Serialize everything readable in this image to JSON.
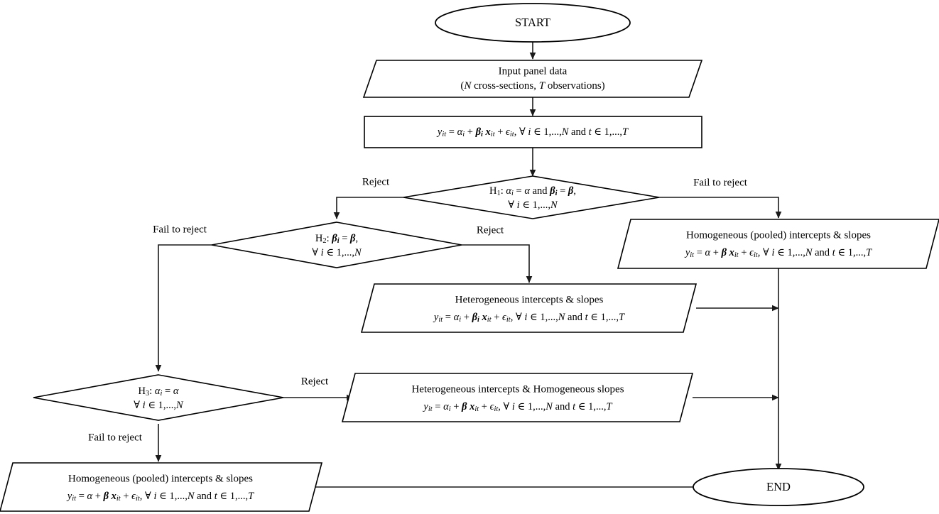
{
  "diagram": {
    "title": "Panel data homogeneity testing flowchart",
    "background_color": "#ffffff",
    "line_color": "#1a1a1a",
    "text_color": "#000000"
  },
  "nodes": {
    "start": {
      "label": "START",
      "shape": "ellipse"
    },
    "input": {
      "shape": "parallelogram",
      "line1": "Input panel data",
      "line2_pre": "(",
      "line2_N": "N",
      "line2_mid": " cross-sections, ",
      "line2_T": "T",
      "line2_post": " observations)"
    },
    "model": {
      "shape": "rectangle",
      "equation": "y_it = α_i + β_i x_it + ε_it, ∀ i ∈ 1,...,N and t ∈ 1,...,T"
    },
    "h1": {
      "shape": "diamond",
      "line1": "H₁: α_i = α and β_i = β,",
      "line2": "∀ i ∈ 1,...,N"
    },
    "h2": {
      "shape": "diamond",
      "line1": "H₂: β_i = β,",
      "line2": "∀ i ∈ 1,...,N"
    },
    "h3": {
      "shape": "diamond",
      "line1": "H₃:  α_i = α",
      "line2": "∀ i ∈ 1,...,N"
    },
    "pooled_right": {
      "shape": "parallelogram",
      "line1": "Homogeneous (pooled) intercepts & slopes",
      "equation": "y_it = α + β x_it + ε_it, ∀ i ∈ 1,...,N and t ∈ 1,...,T"
    },
    "hetero_both": {
      "shape": "parallelogram",
      "line1": "Heterogeneous intercepts & slopes",
      "equation": "y_it = α_i + β_i x_it + ε_it, ∀ i ∈ 1,...,N and t ∈ 1,...,T"
    },
    "hetero_int": {
      "shape": "parallelogram",
      "line1": "Heterogeneous intercepts & Homogeneous slopes",
      "equation": "y_it = α_i + β x_it + ε_it, ∀ i ∈ 1,...,N and t ∈ 1,...,T"
    },
    "pooled_bottom": {
      "shape": "parallelogram",
      "line1": "Homogeneous (pooled) intercepts & slopes",
      "equation": "y_it = α + β x_it + ε_it, ∀ i ∈ 1,...,N and t ∈ 1,...,T"
    },
    "end": {
      "label": "END",
      "shape": "ellipse"
    }
  },
  "edge_labels": {
    "h1_reject": "Reject",
    "h1_fail": "Fail to reject",
    "h2_fail": "Fail to reject",
    "h2_reject": "Reject",
    "h3_reject": "Reject",
    "h3_fail": "Fail to reject"
  }
}
